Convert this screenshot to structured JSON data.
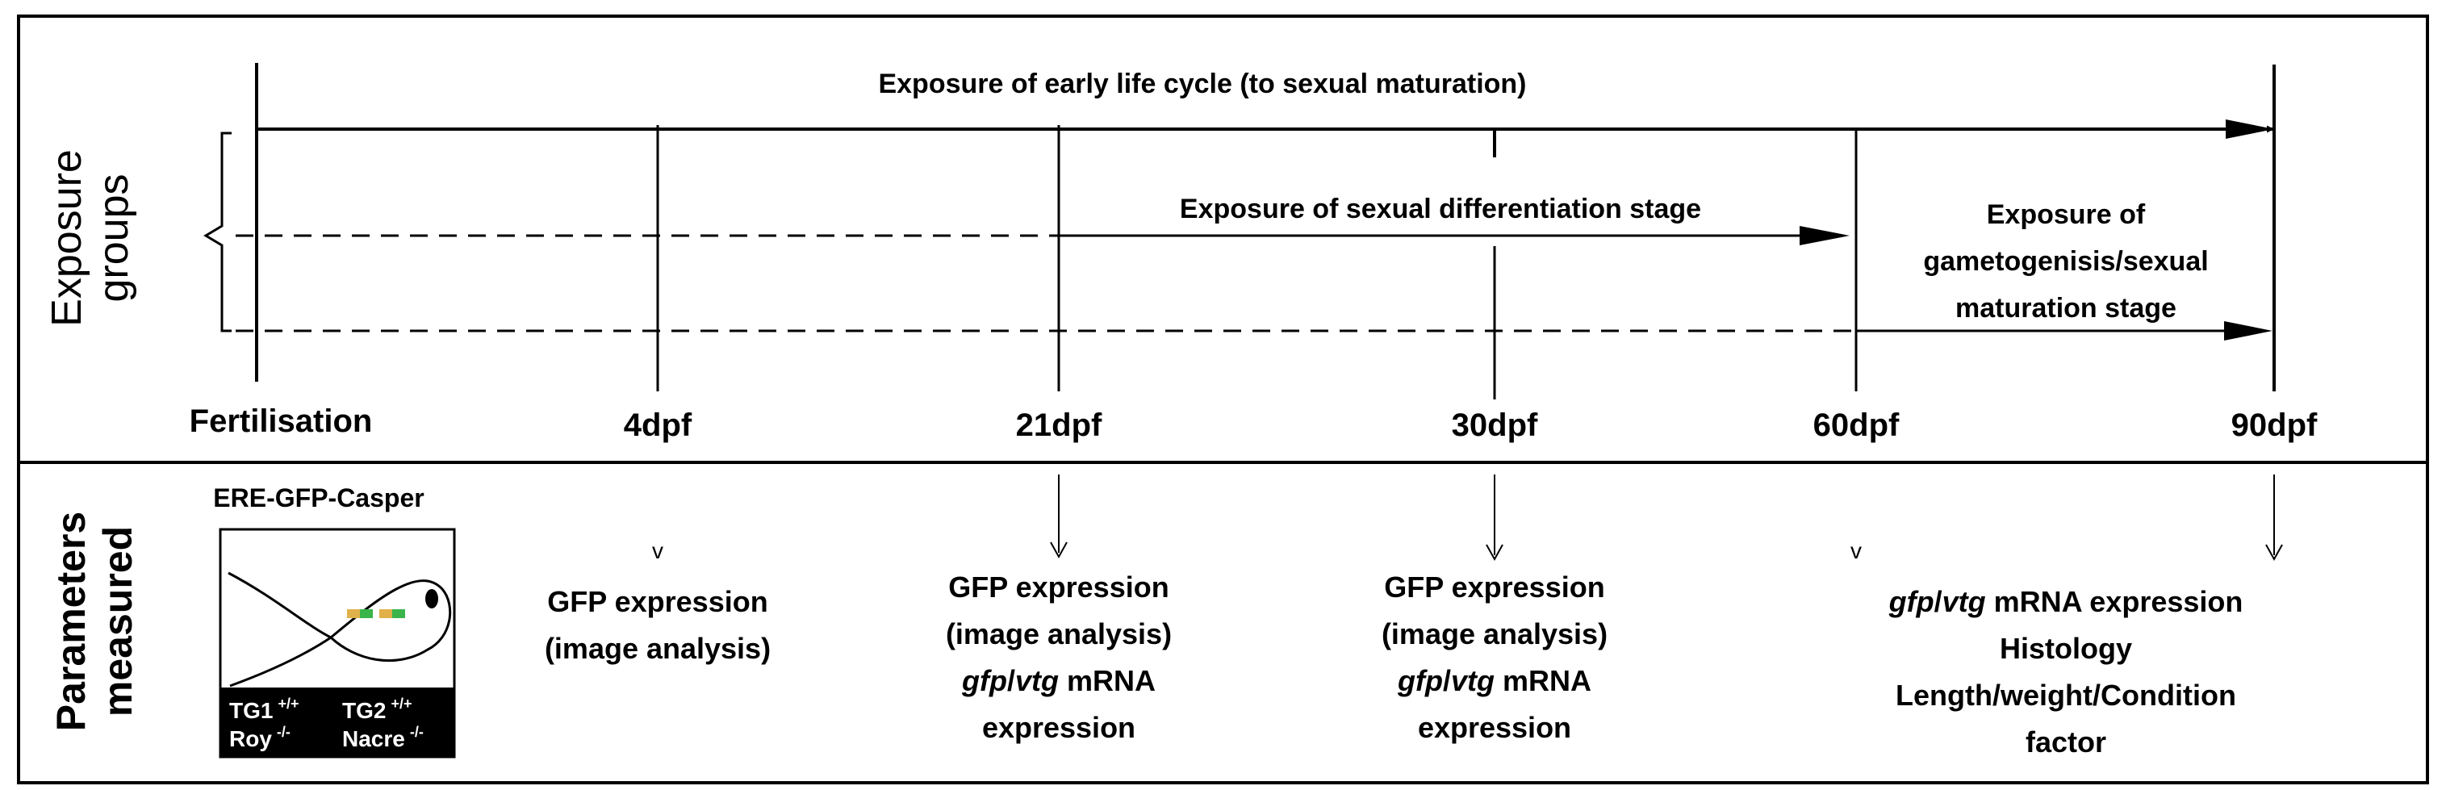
{
  "top_panel": {
    "group_label_line1": "Exposure",
    "group_label_line2": "groups",
    "exposures": {
      "early_life": "Exposure of early life cycle (to sexual maturation)",
      "sexual_differentiation": "Exposure of sexual differentiation stage",
      "gametogenesis_line1": "Exposure of",
      "gametogenesis_line2": "gametogenisis/sexual",
      "gametogenesis_line3": "maturation stage"
    },
    "timepoints": [
      "Fertilisation",
      "4dpf",
      "21dpf",
      "30dpf",
      "60dpf",
      "90dpf"
    ]
  },
  "bottom_panel": {
    "label_line1": "Parameters",
    "label_line2": "measured",
    "fish": {
      "title": "ERE-GFP-Casper",
      "tg1": "TG1",
      "tg1_sup": "+/+",
      "roy": "Roy",
      "roy_sup": "-/-",
      "tg2": "TG2",
      "tg2_sup": "+/+",
      "nacre": "Nacre",
      "nacre_sup": "-/-"
    },
    "marks": {
      "small_caret": "v"
    },
    "params_4dpf": {
      "line1": "GFP expression",
      "line2": "(image analysis)"
    },
    "params_21dpf": {
      "line1": "GFP expression",
      "line2": "(image analysis)",
      "gene_gfp": "gfp",
      "slash": "/",
      "gene_vtg": "vtg",
      "mrna": " mRNA",
      "line4": "expression"
    },
    "params_30dpf": {
      "line1": "GFP expression",
      "line2": "(image analysis)",
      "gene_gfp": "gfp",
      "slash": "/",
      "gene_vtg": "vtg",
      "mrna": " mRNA",
      "line4": "expression"
    },
    "params_90dpf": {
      "gene_gfp": "gfp",
      "slash": "/",
      "gene_vtg": "vtg",
      "mrna": " mRNA expression",
      "line2": "Histology",
      "line3": "Length/weight/Condition",
      "line4": "factor"
    }
  }
}
